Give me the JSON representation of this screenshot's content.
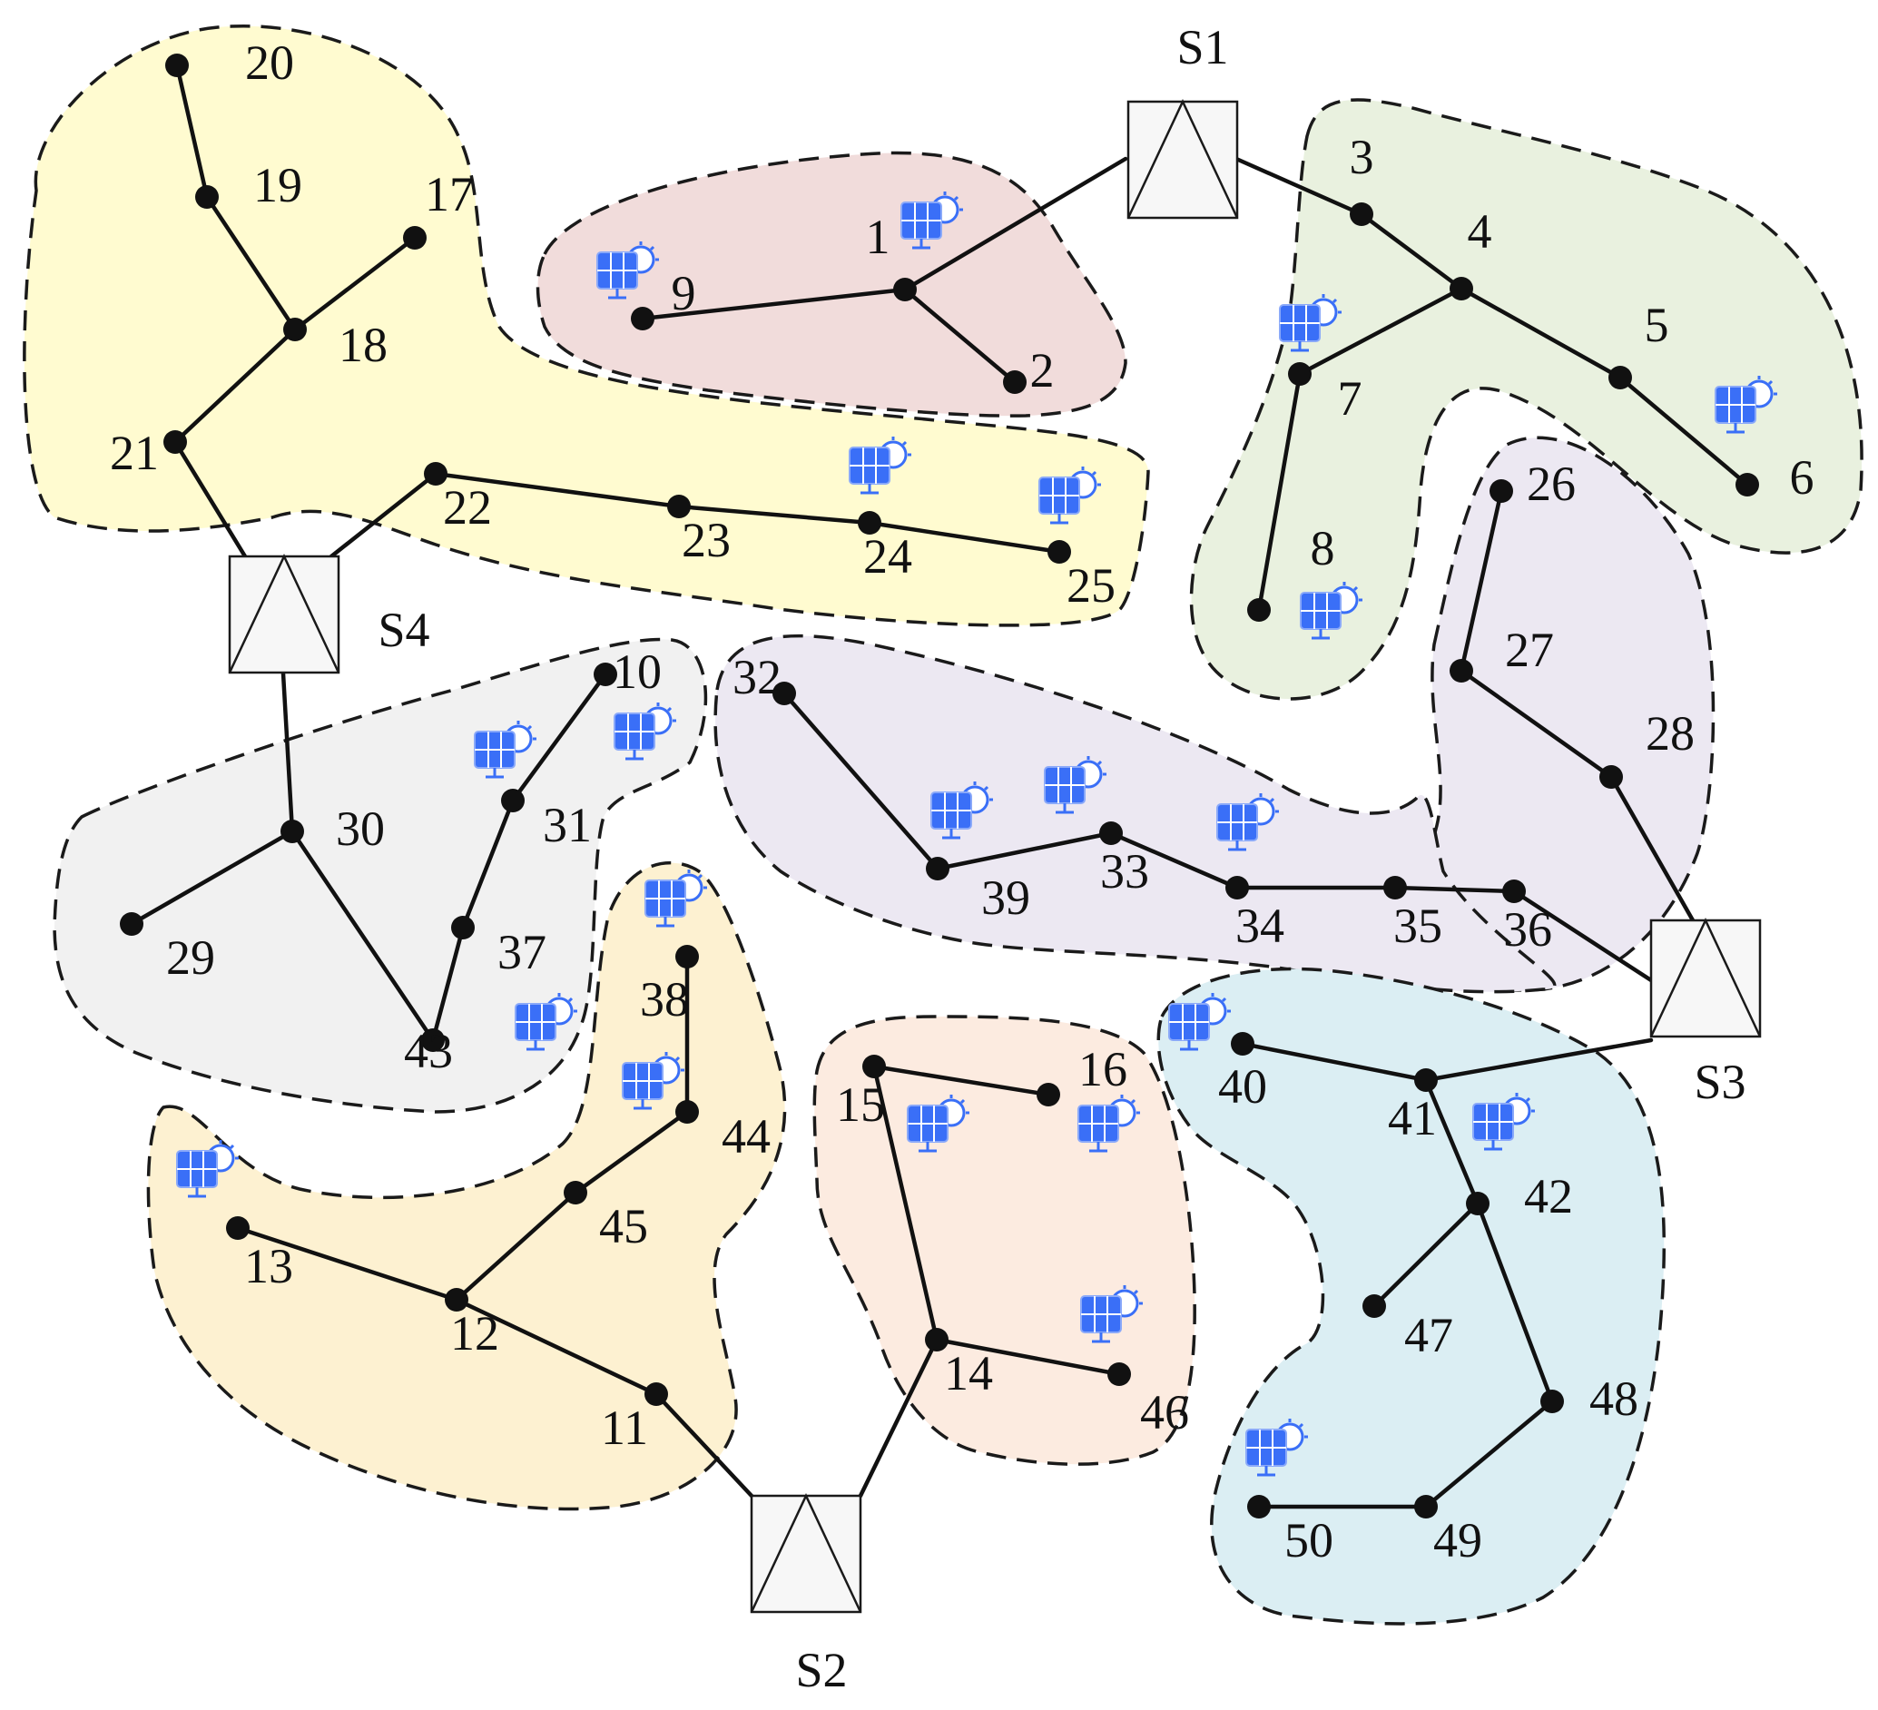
{
  "colors": {
    "node": "#111111",
    "edge": "#111111",
    "panel_blue": "#3a6ff7",
    "regions": {
      "yellow": "#fffbd0",
      "red": "#f1dcdb",
      "green": "#e9f1df",
      "purple_right": "#ece8f2",
      "gray": "#f1f1f1",
      "purple_mid": "#ece8f2",
      "orange": "#fdf1d1",
      "peach": "#fcebe0",
      "blue": "#dbeef3"
    }
  },
  "substations": [
    {
      "id": "S1",
      "label": "S1"
    },
    {
      "id": "S2",
      "label": "S2"
    },
    {
      "id": "S3",
      "label": "S3"
    },
    {
      "id": "S4",
      "label": "S4"
    }
  ],
  "nodes": [
    {
      "id": "1",
      "label": "1"
    },
    {
      "id": "2",
      "label": "2"
    },
    {
      "id": "3",
      "label": "3"
    },
    {
      "id": "4",
      "label": "4"
    },
    {
      "id": "5",
      "label": "5"
    },
    {
      "id": "6",
      "label": "6"
    },
    {
      "id": "7",
      "label": "7"
    },
    {
      "id": "8",
      "label": "8"
    },
    {
      "id": "9",
      "label": "9"
    },
    {
      "id": "10",
      "label": "10"
    },
    {
      "id": "11",
      "label": "11"
    },
    {
      "id": "12",
      "label": "12"
    },
    {
      "id": "13",
      "label": "13"
    },
    {
      "id": "14",
      "label": "14"
    },
    {
      "id": "15",
      "label": "15"
    },
    {
      "id": "16",
      "label": "16"
    },
    {
      "id": "17",
      "label": "17"
    },
    {
      "id": "18",
      "label": "18"
    },
    {
      "id": "19",
      "label": "19"
    },
    {
      "id": "20",
      "label": "20"
    },
    {
      "id": "21",
      "label": "21"
    },
    {
      "id": "22",
      "label": "22"
    },
    {
      "id": "23",
      "label": "23"
    },
    {
      "id": "24",
      "label": "24"
    },
    {
      "id": "25",
      "label": "25"
    },
    {
      "id": "26",
      "label": "26"
    },
    {
      "id": "27",
      "label": "27"
    },
    {
      "id": "28",
      "label": "28"
    },
    {
      "id": "29",
      "label": "29"
    },
    {
      "id": "30",
      "label": "30"
    },
    {
      "id": "31",
      "label": "31"
    },
    {
      "id": "32",
      "label": "32"
    },
    {
      "id": "33",
      "label": "33"
    },
    {
      "id": "34",
      "label": "34"
    },
    {
      "id": "35",
      "label": "35"
    },
    {
      "id": "36",
      "label": "36"
    },
    {
      "id": "37",
      "label": "37"
    },
    {
      "id": "38",
      "label": "38"
    },
    {
      "id": "39",
      "label": "39"
    },
    {
      "id": "40",
      "label": "40"
    },
    {
      "id": "41",
      "label": "41"
    },
    {
      "id": "42",
      "label": "42"
    },
    {
      "id": "43",
      "label": "43"
    },
    {
      "id": "44",
      "label": "44"
    },
    {
      "id": "45",
      "label": "45"
    },
    {
      "id": "46",
      "label": "46"
    },
    {
      "id": "47",
      "label": "47"
    },
    {
      "id": "48",
      "label": "48"
    },
    {
      "id": "49",
      "label": "49"
    },
    {
      "id": "50",
      "label": "50"
    }
  ],
  "edges": [
    [
      "S1",
      "1"
    ],
    [
      "1",
      "9"
    ],
    [
      "1",
      "2"
    ],
    [
      "S1",
      "3"
    ],
    [
      "3",
      "4"
    ],
    [
      "4",
      "5"
    ],
    [
      "5",
      "6"
    ],
    [
      "4",
      "7"
    ],
    [
      "7",
      "8"
    ],
    [
      "S4",
      "21"
    ],
    [
      "21",
      "18"
    ],
    [
      "18",
      "17"
    ],
    [
      "18",
      "19"
    ],
    [
      "19",
      "20"
    ],
    [
      "S4",
      "22"
    ],
    [
      "22",
      "23"
    ],
    [
      "23",
      "24"
    ],
    [
      "24",
      "25"
    ],
    [
      "S4",
      "30"
    ],
    [
      "30",
      "29"
    ],
    [
      "30",
      "43"
    ],
    [
      "43",
      "37"
    ],
    [
      "37",
      "31"
    ],
    [
      "31",
      "10"
    ],
    [
      "S3",
      "28"
    ],
    [
      "28",
      "27"
    ],
    [
      "27",
      "26"
    ],
    [
      "S3",
      "36"
    ],
    [
      "36",
      "35"
    ],
    [
      "35",
      "34"
    ],
    [
      "34",
      "33"
    ],
    [
      "33",
      "39"
    ],
    [
      "39",
      "32"
    ],
    [
      "S3",
      "41"
    ],
    [
      "41",
      "40"
    ],
    [
      "41",
      "42"
    ],
    [
      "42",
      "47"
    ],
    [
      "42",
      "48"
    ],
    [
      "48",
      "49"
    ],
    [
      "49",
      "50"
    ],
    [
      "S2",
      "11"
    ],
    [
      "11",
      "12"
    ],
    [
      "12",
      "13"
    ],
    [
      "12",
      "45"
    ],
    [
      "45",
      "44"
    ],
    [
      "44",
      "38"
    ],
    [
      "S2",
      "14"
    ],
    [
      "14",
      "46"
    ],
    [
      "14",
      "15"
    ],
    [
      "15",
      "16"
    ]
  ],
  "pv_panels": [
    {
      "id": "pv-1"
    },
    {
      "id": "pv-9"
    },
    {
      "id": "pv-7"
    },
    {
      "id": "pv-6"
    },
    {
      "id": "pv-8"
    },
    {
      "id": "pv-24"
    },
    {
      "id": "pv-25"
    },
    {
      "id": "pv-31"
    },
    {
      "id": "pv-10"
    },
    {
      "id": "pv-43"
    },
    {
      "id": "pv-39"
    },
    {
      "id": "pv-33"
    },
    {
      "id": "pv-34"
    },
    {
      "id": "pv-38"
    },
    {
      "id": "pv-44"
    },
    {
      "id": "pv-13"
    },
    {
      "id": "pv-15"
    },
    {
      "id": "pv-16"
    },
    {
      "id": "pv-46"
    },
    {
      "id": "pv-40"
    },
    {
      "id": "pv-41"
    },
    {
      "id": "pv-50"
    }
  ]
}
